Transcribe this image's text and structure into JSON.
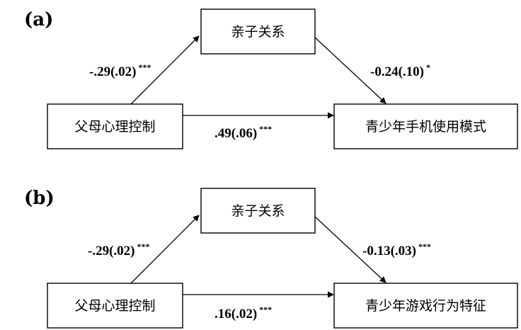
{
  "panels": [
    {
      "label": "(a)",
      "nodes": {
        "x": "父母心理控制",
        "m": "亲子关系",
        "y": "青少年手机使用模式"
      },
      "paths": {
        "a": {
          "coef": "-.29(.02)",
          "sig": "***"
        },
        "b": {
          "coef": "-0.24(.10)",
          "sig": "*"
        },
        "c": {
          "coef": ".49(.06)",
          "sig": "***"
        }
      }
    },
    {
      "label": "(b)",
      "nodes": {
        "x": "父母心理控制",
        "m": "亲子关系",
        "y": "青少年游戏行为特征"
      },
      "paths": {
        "a": {
          "coef": "-.29(.02)",
          "sig": "***"
        },
        "b": {
          "coef": "-0.13(.03)",
          "sig": "***"
        },
        "c": {
          "coef": ".16(.02)",
          "sig": "***"
        }
      }
    }
  ]
}
